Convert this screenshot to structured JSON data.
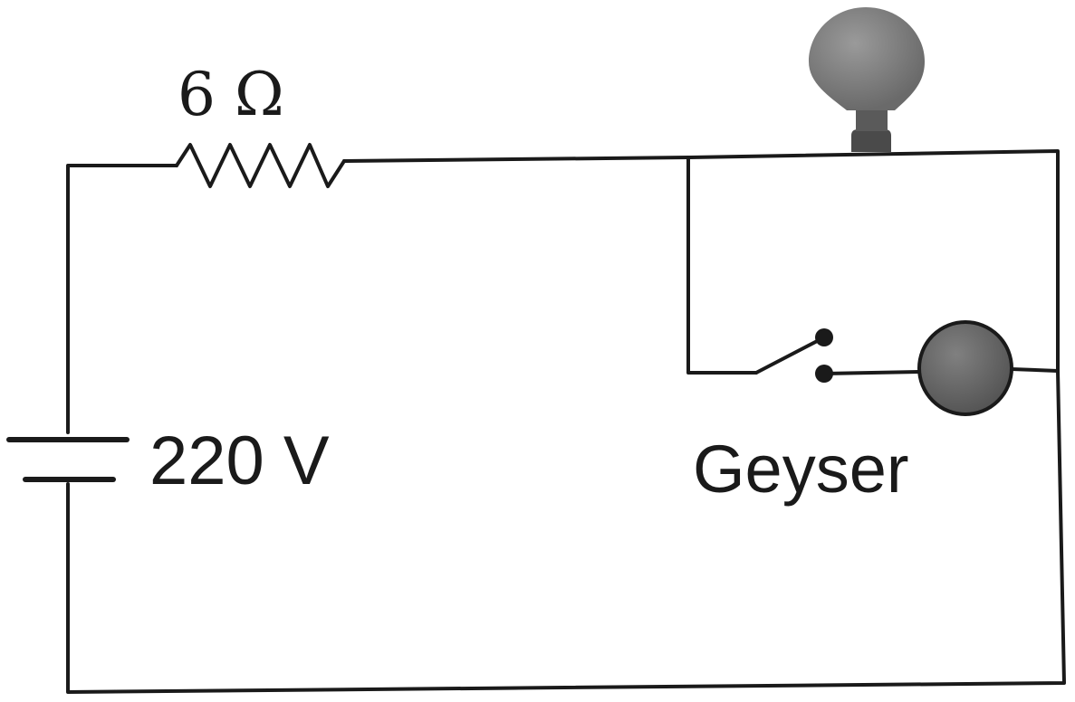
{
  "diagram": {
    "resistor": {
      "label": "6 Ω"
    },
    "battery": {
      "label": "220 V"
    },
    "geyser": {
      "label": "Geyser"
    },
    "colors": {
      "wire": "#1a1a1a",
      "bulb_glass": "#7f7f7f",
      "bulb_base": "#4a4a4a",
      "geyser_body": "#6b6b6b"
    }
  }
}
